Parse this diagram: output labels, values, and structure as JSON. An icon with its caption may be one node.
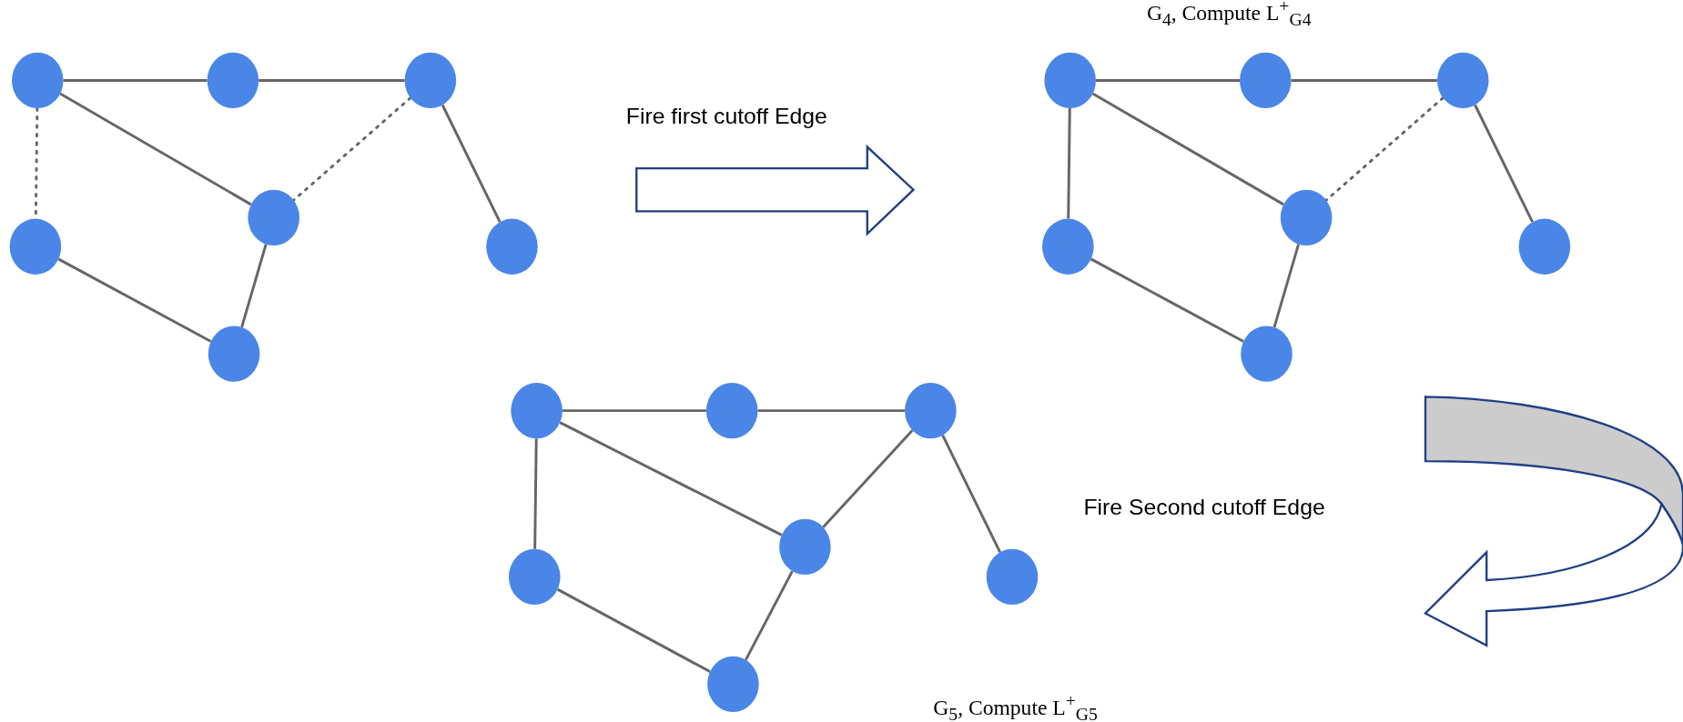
{
  "diagram": {
    "nodes": [
      {
        "text": [],
        "shape": "circle"
      },
      {
        "text": [],
        "shape": "circle"
      },
      {
        "text": [],
        "shape": "circle"
      },
      {
        "text": [],
        "shape": "circle"
      },
      {
        "text": [],
        "shape": "circle"
      },
      {
        "text": [],
        "shape": "circle"
      },
      {
        "text": [],
        "shape": "circle"
      },
      {
        "text": [],
        "shape": "circle"
      },
      {
        "text": [],
        "shape": "circle"
      },
      {
        "text": [],
        "shape": "circle"
      },
      {
        "text": [],
        "shape": "circle"
      },
      {
        "text": [],
        "shape": "circle"
      },
      {
        "text": [],
        "shape": "circle"
      },
      {
        "text": [],
        "shape": "circle"
      },
      {
        "text": [],
        "shape": "circle"
      },
      {
        "text": [],
        "shape": "circle"
      },
      {
        "text": [],
        "shape": "circle"
      },
      {
        "text": [],
        "shape": "circle"
      },
      {
        "text": [],
        "shape": "circle"
      },
      {
        "text": [],
        "shape": "circle"
      },
      {
        "text": [],
        "shape": "circle"
      }
    ],
    "edges": [
      {
        "from": 0,
        "to": 1,
        "arrow": "none"
      },
      {
        "from": 1,
        "to": 2,
        "arrow": "none"
      },
      {
        "from": 0,
        "to": 3,
        "arrow": "none",
        "style": "dashed"
      },
      {
        "from": 0,
        "to": 4,
        "arrow": "none"
      },
      {
        "from": 2,
        "to": 4,
        "arrow": "none",
        "style": "dashed"
      },
      {
        "from": 2,
        "to": 5,
        "arrow": "none"
      },
      {
        "from": 3,
        "to": 6,
        "arrow": "none"
      },
      {
        "from": 4,
        "to": 6,
        "arrow": "none"
      },
      {
        "from": 7,
        "to": 8,
        "arrow": "none"
      },
      {
        "from": 8,
        "to": 9,
        "arrow": "none"
      },
      {
        "from": 7,
        "to": 10,
        "arrow": "none"
      },
      {
        "from": 7,
        "to": 11,
        "arrow": "none"
      },
      {
        "from": 9,
        "to": 11,
        "arrow": "none",
        "style": "dashed"
      },
      {
        "from": 9,
        "to": 12,
        "arrow": "none"
      },
      {
        "from": 10,
        "to": 13,
        "arrow": "none"
      },
      {
        "from": 11,
        "to": 13,
        "arrow": "none"
      },
      {
        "from": 14,
        "to": 15,
        "arrow": "none"
      },
      {
        "from": 15,
        "to": 16,
        "arrow": "none"
      },
      {
        "from": 14,
        "to": 17,
        "arrow": "none"
      },
      {
        "from": 14,
        "to": 18,
        "arrow": "none"
      },
      {
        "from": 16,
        "to": 18,
        "arrow": "none"
      },
      {
        "from": 16,
        "to": 19,
        "arrow": "none"
      },
      {
        "from": 17,
        "to": 20,
        "arrow": "none"
      },
      {
        "from": 18,
        "to": 20,
        "arrow": "none"
      }
    ],
    "labels": [
      "G$_{4}$, Compute L$^{+}$$_{G4}$",
      "Fire first cutoff Edge",
      "Fire Second cutoff Edge",
      "G$_{5}$, Compute L$^{+}$$_{G5}$"
    ]
  }
}
